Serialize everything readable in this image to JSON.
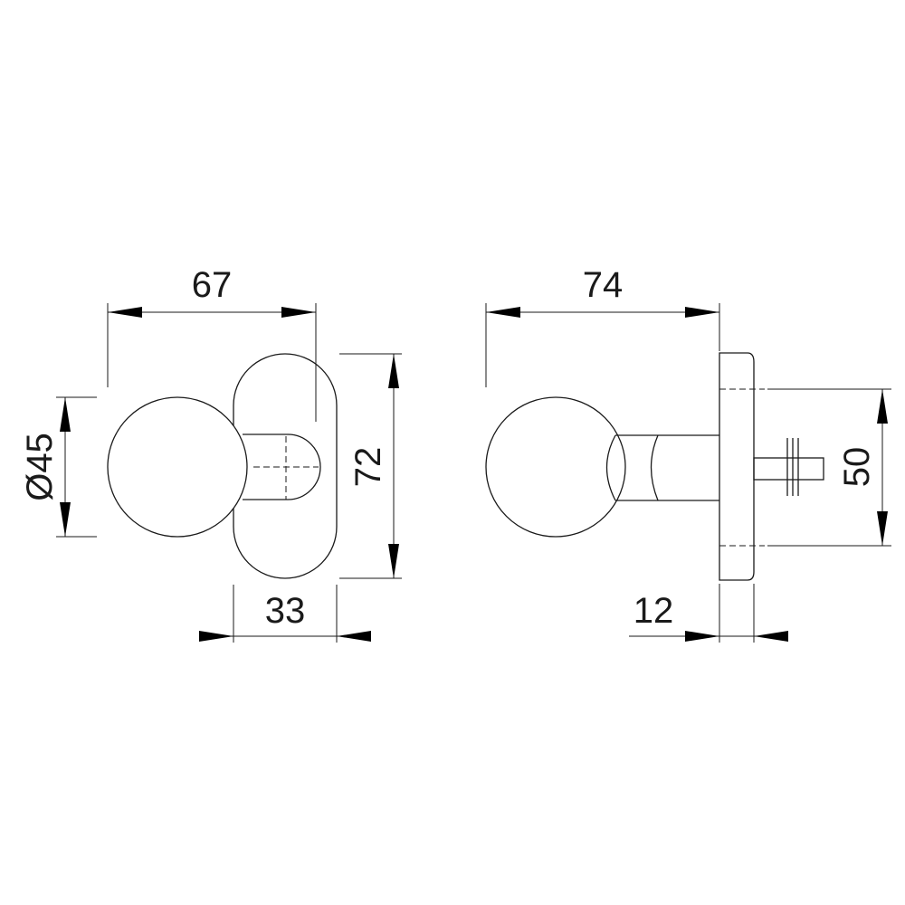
{
  "front_view": {
    "width_dimension": "67",
    "diameter_dimension": "Ø45",
    "height_dimension": "72",
    "rose_width_dimension": "33"
  },
  "side_view": {
    "projection_dimension": "74",
    "rose_depth_dimension": "12",
    "spindle_dimension": "50"
  }
}
